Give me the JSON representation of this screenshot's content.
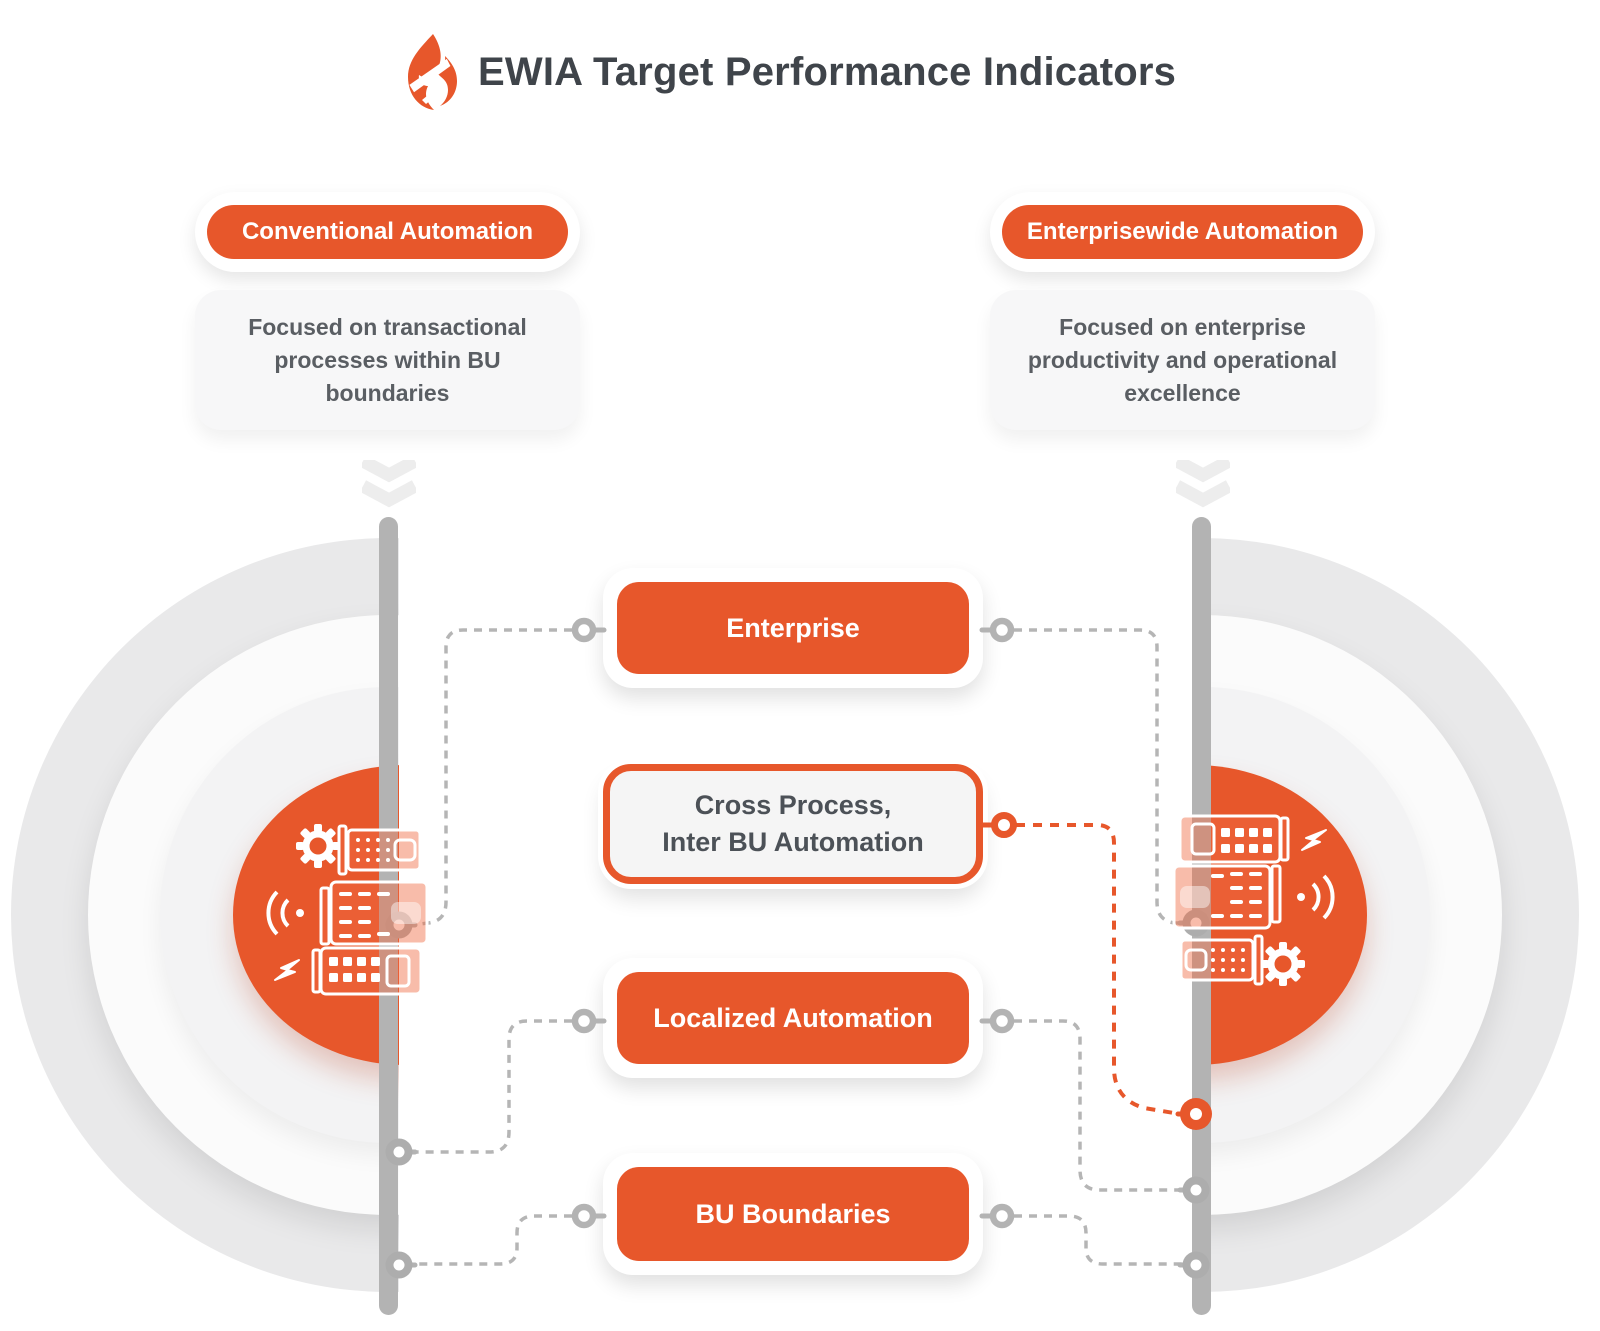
{
  "header": {
    "title": "EWIA Target Performance Indicators",
    "logo_icon": "flame-icon"
  },
  "left_column": {
    "button_label": "Conventional Automation",
    "description": "Focused on transactional\nprocesses within BU\nboundaries"
  },
  "right_column": {
    "button_label": "Enterprisewide Automation",
    "description": "Focused on enterprise\nproductivity and operational\nexcellence"
  },
  "center_boxes": [
    {
      "id": "enterprise",
      "label": "Enterprise",
      "style": "solid-orange"
    },
    {
      "id": "cross-process",
      "label": "Cross Process,\nInter BU Automation",
      "style": "orange-outline",
      "highlighted": true
    },
    {
      "id": "localized-automation",
      "label": "Localized Automation",
      "style": "solid-orange"
    },
    {
      "id": "bu-boundaries",
      "label": "BU Boundaries",
      "style": "solid-orange"
    }
  ],
  "icons": {
    "hub_icons": [
      "gear-icon",
      "machine-icon",
      "signal-icon",
      "machine-icon",
      "lightning-icon",
      "machine-icon"
    ],
    "flow_icons": [
      "double-chevron-down-icon",
      "double-chevron-down-icon"
    ]
  },
  "colors": {
    "accent_orange": "#E7572B",
    "connector_gray": "#B5B5B5",
    "bar_gray": "#B3B3B3",
    "title_text": "#3F444A",
    "description_text": "#5A5E63",
    "outline_box_text": "#4C5157",
    "circle_outer": "#E9E9EA",
    "circle_mid": "#FBFBFB",
    "circle_inner": "#F3F3F4",
    "card_bg": "#F7F7F8"
  }
}
